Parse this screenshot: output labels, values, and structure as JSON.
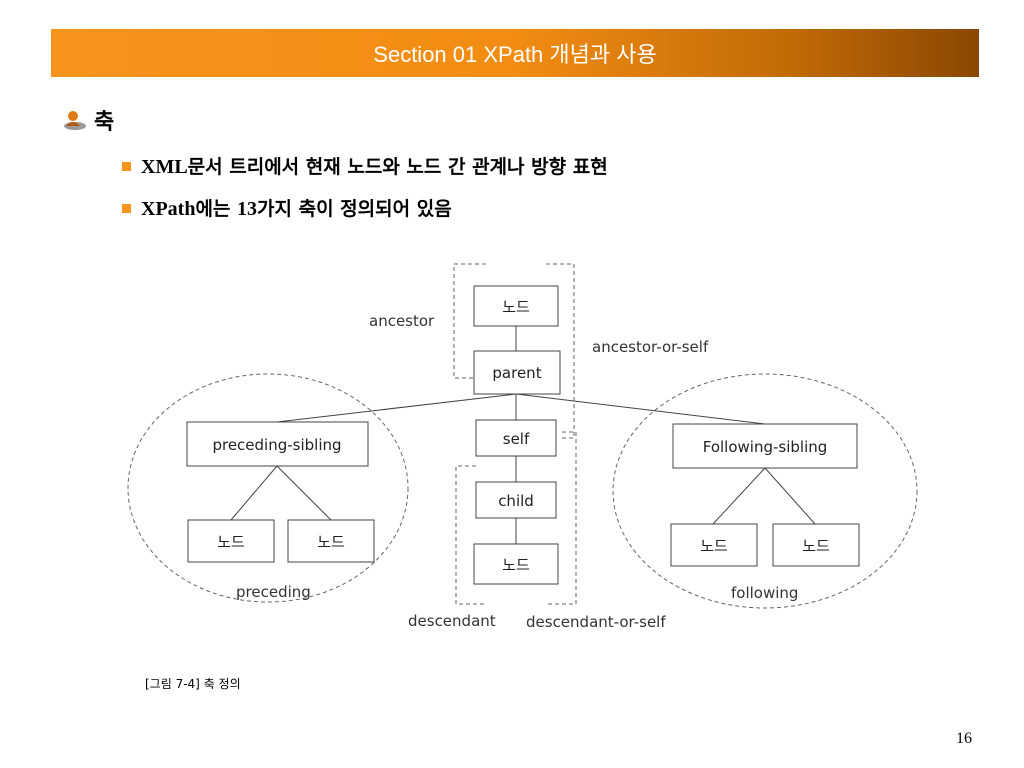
{
  "slide": {
    "title": "Section 01 XPath 개념과 사용",
    "bullets": {
      "level1": "축",
      "item1_main": "XML",
      "item1_rest": "문서 트리에서 현재 노드와 노드 간 관계나 방향 표현",
      "item2_main": "XPath",
      "item2_mid1": "에는 ",
      "item2_num": "13",
      "item2_rest": "가지 축이 정의되어 있음"
    },
    "caption": "[그림 7-4] 축 정의",
    "page_number": "16"
  },
  "diagram": {
    "nodes": {
      "top_node": "노드",
      "parent": "parent",
      "self": "self",
      "child": "child",
      "bottom_node": "노드",
      "preceding_sibling": "preceding-sibling",
      "preceding_child_1": "노드",
      "preceding_child_2": "노드",
      "following_sibling": "Following-sibling",
      "following_child_1": "노드",
      "following_child_2": "노드"
    },
    "labels": {
      "ancestor": "ancestor",
      "ancestor_or_self": "ancestor-or-self",
      "preceding": "preceding",
      "following": "following",
      "descendant": "descendant",
      "descendant_or_self": "descendant-or-self"
    },
    "colors": {
      "line": "#444444",
      "dash": "#666666",
      "box_border": "#444444"
    }
  },
  "theme": {
    "accent": "#f7941d",
    "title_text": "#ffffff"
  }
}
